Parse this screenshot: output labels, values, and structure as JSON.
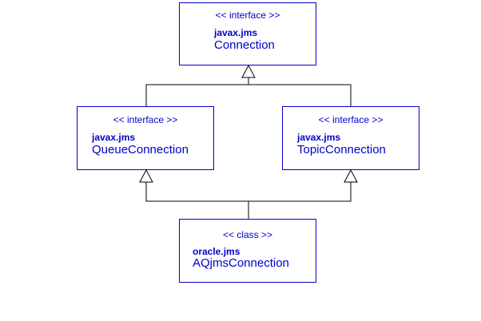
{
  "boxes": {
    "connection": {
      "stereotype": "<< interface >>",
      "package": "javax.jms",
      "name": "Connection"
    },
    "queue_connection": {
      "stereotype": "<< interface >>",
      "package": "javax.jms",
      "name": "QueueConnection"
    },
    "topic_connection": {
      "stereotype": "<< interface >>",
      "package": "javax.jms",
      "name": "TopicConnection"
    },
    "aq_connection": {
      "stereotype": "<< class >>",
      "package": "oracle.jms",
      "name": "AQjmsConnection"
    }
  },
  "colors": {
    "box_border": "#0000c8",
    "text": "#0000c8",
    "lines": "#000000"
  }
}
